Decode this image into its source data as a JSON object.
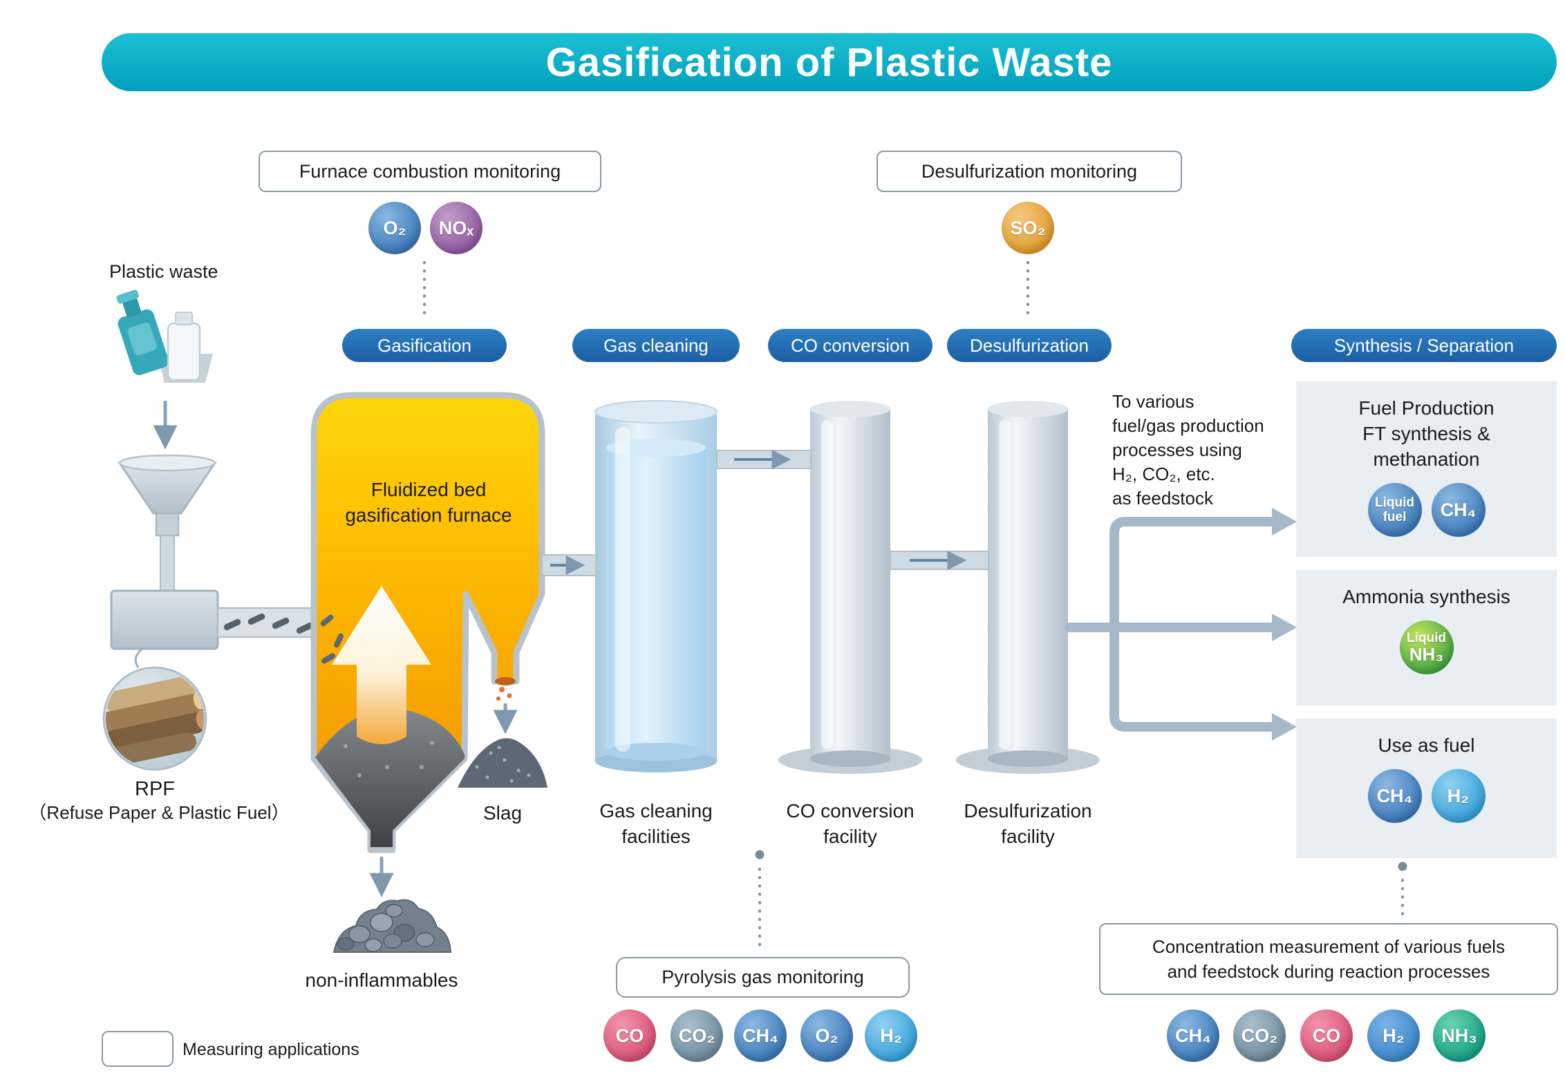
{
  "title": "Gasification of Plastic Waste",
  "colors": {
    "banner_teal": "#00a9c2",
    "stage_blue": "#1f6cb2",
    "furnace_yellow": "#ffd60a",
    "furnace_orange": "#ef8f04",
    "gas_blue": "#3b78b8",
    "gas_purple": "#8d58a0",
    "gas_orange": "#e09a2b",
    "gas_pink": "#d94f72",
    "gas_grayblue": "#6d899c",
    "gas_lightblue": "#35a0d8",
    "gas_teal": "#149f82",
    "gas_green": "#3ea23e"
  },
  "stages": [
    {
      "label": "Gasification"
    },
    {
      "label": "Gas cleaning"
    },
    {
      "label": "CO conversion"
    },
    {
      "label": "Desulfurization"
    },
    {
      "label": "Synthesis / Separation"
    }
  ],
  "monitoring": {
    "furnace": {
      "label": "Furnace combustion monitoring",
      "gases": [
        {
          "label": "O₂"
        },
        {
          "label": "NOₓ"
        }
      ]
    },
    "desulfurization": {
      "label": "Desulfurization monitoring",
      "gases": [
        {
          "label": "SO₂"
        }
      ]
    },
    "pyrolysis": {
      "label": "Pyrolysis gas monitoring",
      "gases": [
        {
          "label": "CO"
        },
        {
          "label": "CO₂"
        },
        {
          "label": "CH₄"
        },
        {
          "label": "O₂"
        },
        {
          "label": "H₂"
        }
      ]
    },
    "concentration": {
      "label": "Concentration measurement of various fuels\nand feedstock during reaction processes",
      "gases": [
        {
          "label": "CH₄"
        },
        {
          "label": "CO₂"
        },
        {
          "label": "CO"
        },
        {
          "label": "H₂"
        },
        {
          "label": "NH₃"
        }
      ]
    }
  },
  "process": {
    "plastic_waste": "Plastic waste",
    "furnace_label": "Fluidized bed\ngasification furnace",
    "rpf": "RPF",
    "rpf_full": "（Refuse Paper & Plastic Fuel）",
    "slag": "Slag",
    "non_inflammables": "non-inflammables",
    "gas_cleaning_facility": "Gas cleaning\nfacilities",
    "co_conversion_facility": "CO conversion\nfacility",
    "desulfurization_facility": "Desulfurization\nfacility",
    "feedstock_note": "To various\nfuel/gas production\nprocesses using\nH₂, CO₂, etc.\nas feedstock"
  },
  "outputs": [
    {
      "title": "Fuel Production\nFT synthesis &\nmethanation",
      "chips": [
        {
          "top": "Liquid",
          "label": "fuel"
        },
        {
          "label": "CH₄"
        }
      ]
    },
    {
      "title": "Ammonia synthesis",
      "chips": [
        {
          "top": "Liquid",
          "label": "NH₃"
        }
      ]
    },
    {
      "title": "Use as fuel",
      "chips": [
        {
          "label": "CH₄"
        },
        {
          "label": "H₂"
        }
      ]
    }
  ],
  "legend": {
    "label": "Measuring applications"
  }
}
